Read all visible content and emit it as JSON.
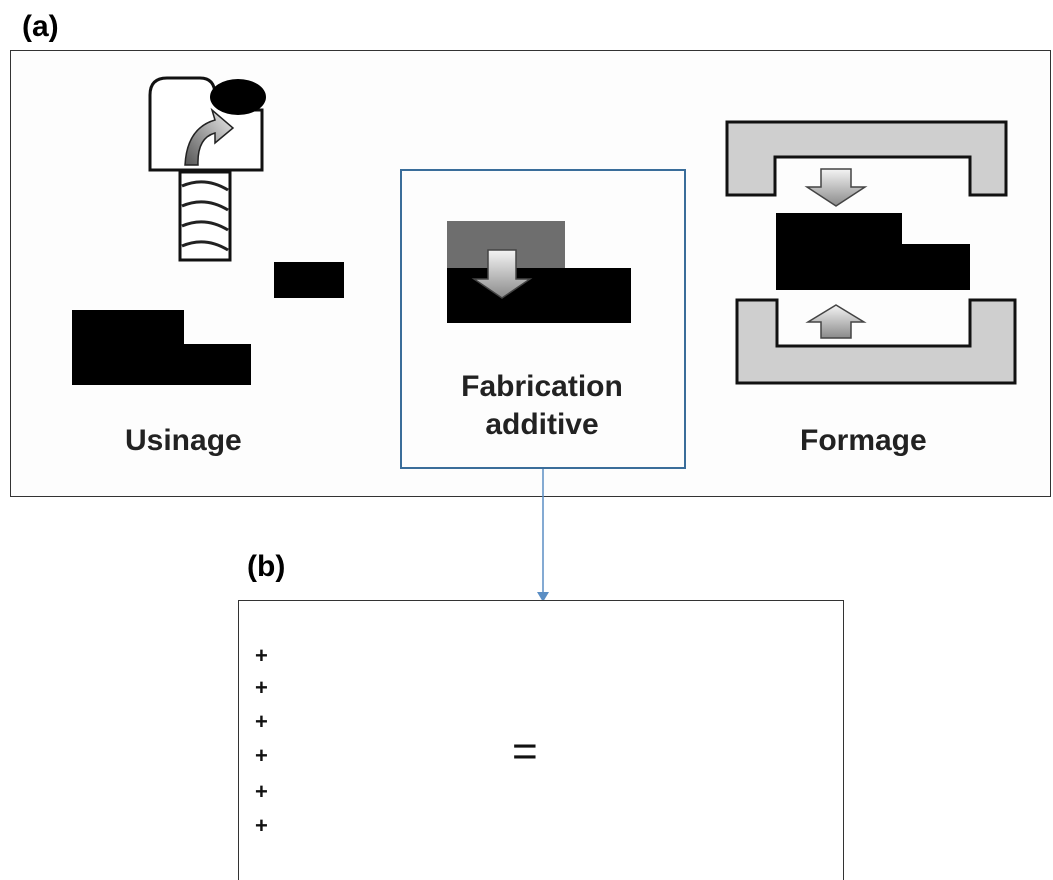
{
  "panel_a": {
    "label": "(a)",
    "usinage": "Usinage",
    "fabrication_line1": "Fabrication",
    "fabrication_line2": "additive",
    "formage": "Formage"
  },
  "panel_b": {
    "label": "(b)",
    "plus_sign": "+",
    "equals_sign": "="
  },
  "colors": {
    "connector": "#5b8ec4",
    "box_border": "#3a6d9a",
    "layer_blue": "#2f7fb5",
    "block_blue": "#3a92cc"
  },
  "icons": [
    "milling-tool-icon",
    "mold-press-icon",
    "layer-stack-icon",
    "printed-block-icon"
  ]
}
